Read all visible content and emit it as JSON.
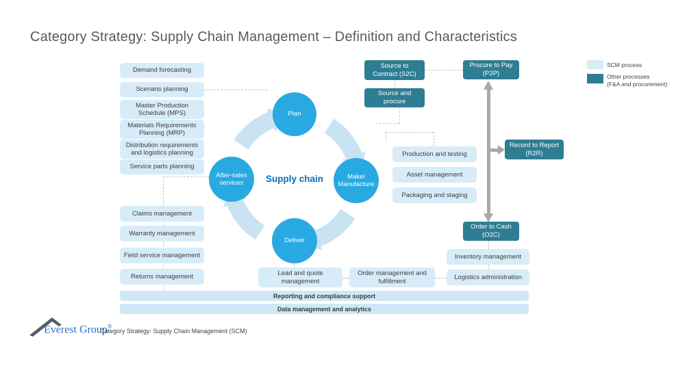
{
  "title": "Category Strategy: Supply Chain Management – Definition and Characteristics",
  "cycle": {
    "center": "Supply chain",
    "plan": "Plan",
    "make": "Make/\nManufacture",
    "deliver": "Deliver",
    "aftersales": "After-sales\nservices"
  },
  "planning": {
    "items": [
      "Demand forecasting",
      "Scenario planning",
      "Master Production Schedule (MPS)",
      "Materials Requirements Planning (MRP)",
      "Distribution requirements and logistics planning",
      "Service parts planning"
    ]
  },
  "aftersales": {
    "items": [
      "Claims management",
      "Warranty management",
      "Field service management",
      "Returns management"
    ]
  },
  "make": {
    "items": [
      "Production and testing",
      "Asset management",
      "Packaging and staging"
    ]
  },
  "deliver": {
    "items": [
      "Lead and quote management",
      "Order management and fulfillment"
    ]
  },
  "order": {
    "items": [
      "Inventory management",
      "Logistics administration"
    ]
  },
  "other_processes": {
    "s2c": "Source to\nContract (S2C)",
    "source_procure": "Source and\nprocure",
    "p2p": "Procure to Pay\n(P2P)",
    "r2r": "Record to Report\n(R2R)",
    "o2c": "Order to Cash\n(O2C)"
  },
  "bars": [
    "Reporting and compliance support",
    "Data management and analytics"
  ],
  "legend": {
    "scm": "SCM process",
    "other": "Other processes\n(F&A and procurement)"
  },
  "footer": {
    "brand": "Everest Group",
    "reg": "®",
    "caption": "Category Strategy: Supply Chain Management (SCM)"
  },
  "colors": {
    "scm_box": "#d7ecf8",
    "other_process_box": "#2e7d92",
    "cycle_node": "#29a9e1",
    "cycle_ring": "#c9e3f3",
    "gray_arrow": "#a9a9a9",
    "supply_chain_text": "#0e6cb5",
    "brand_blue": "#2a6ebb",
    "title_gray": "#58595b"
  }
}
